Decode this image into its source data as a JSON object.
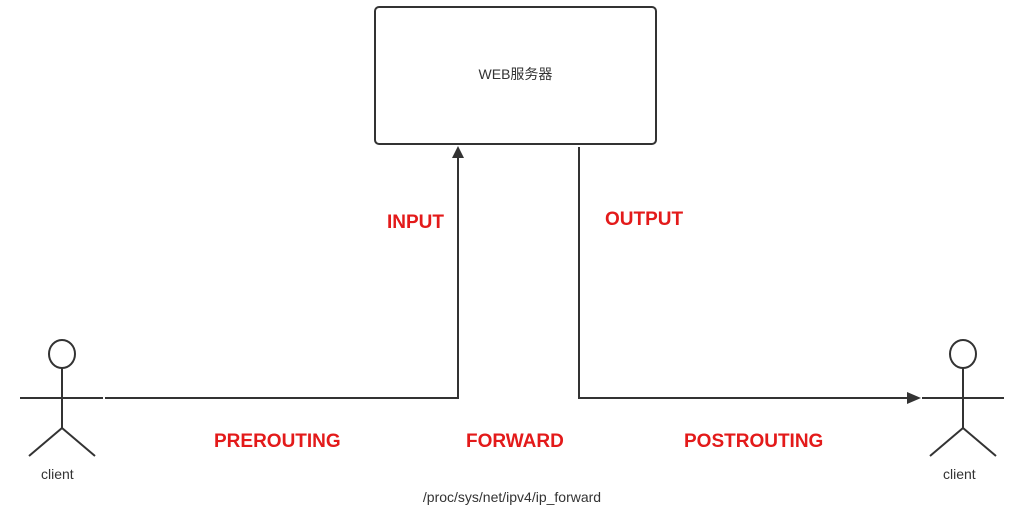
{
  "server": {
    "label": "WEB服务器"
  },
  "chains": {
    "input": "INPUT",
    "output": "OUTPUT",
    "prerouting": "PREROUTING",
    "forward": "FORWARD",
    "postrouting": "POSTROUTING"
  },
  "actors": {
    "left_label": "client",
    "right_label": "client"
  },
  "footer": {
    "path": "/proc/sys/net/ipv4/ip_forward"
  },
  "colors": {
    "chain_text": "#e31a1a",
    "lines": "#333333"
  }
}
